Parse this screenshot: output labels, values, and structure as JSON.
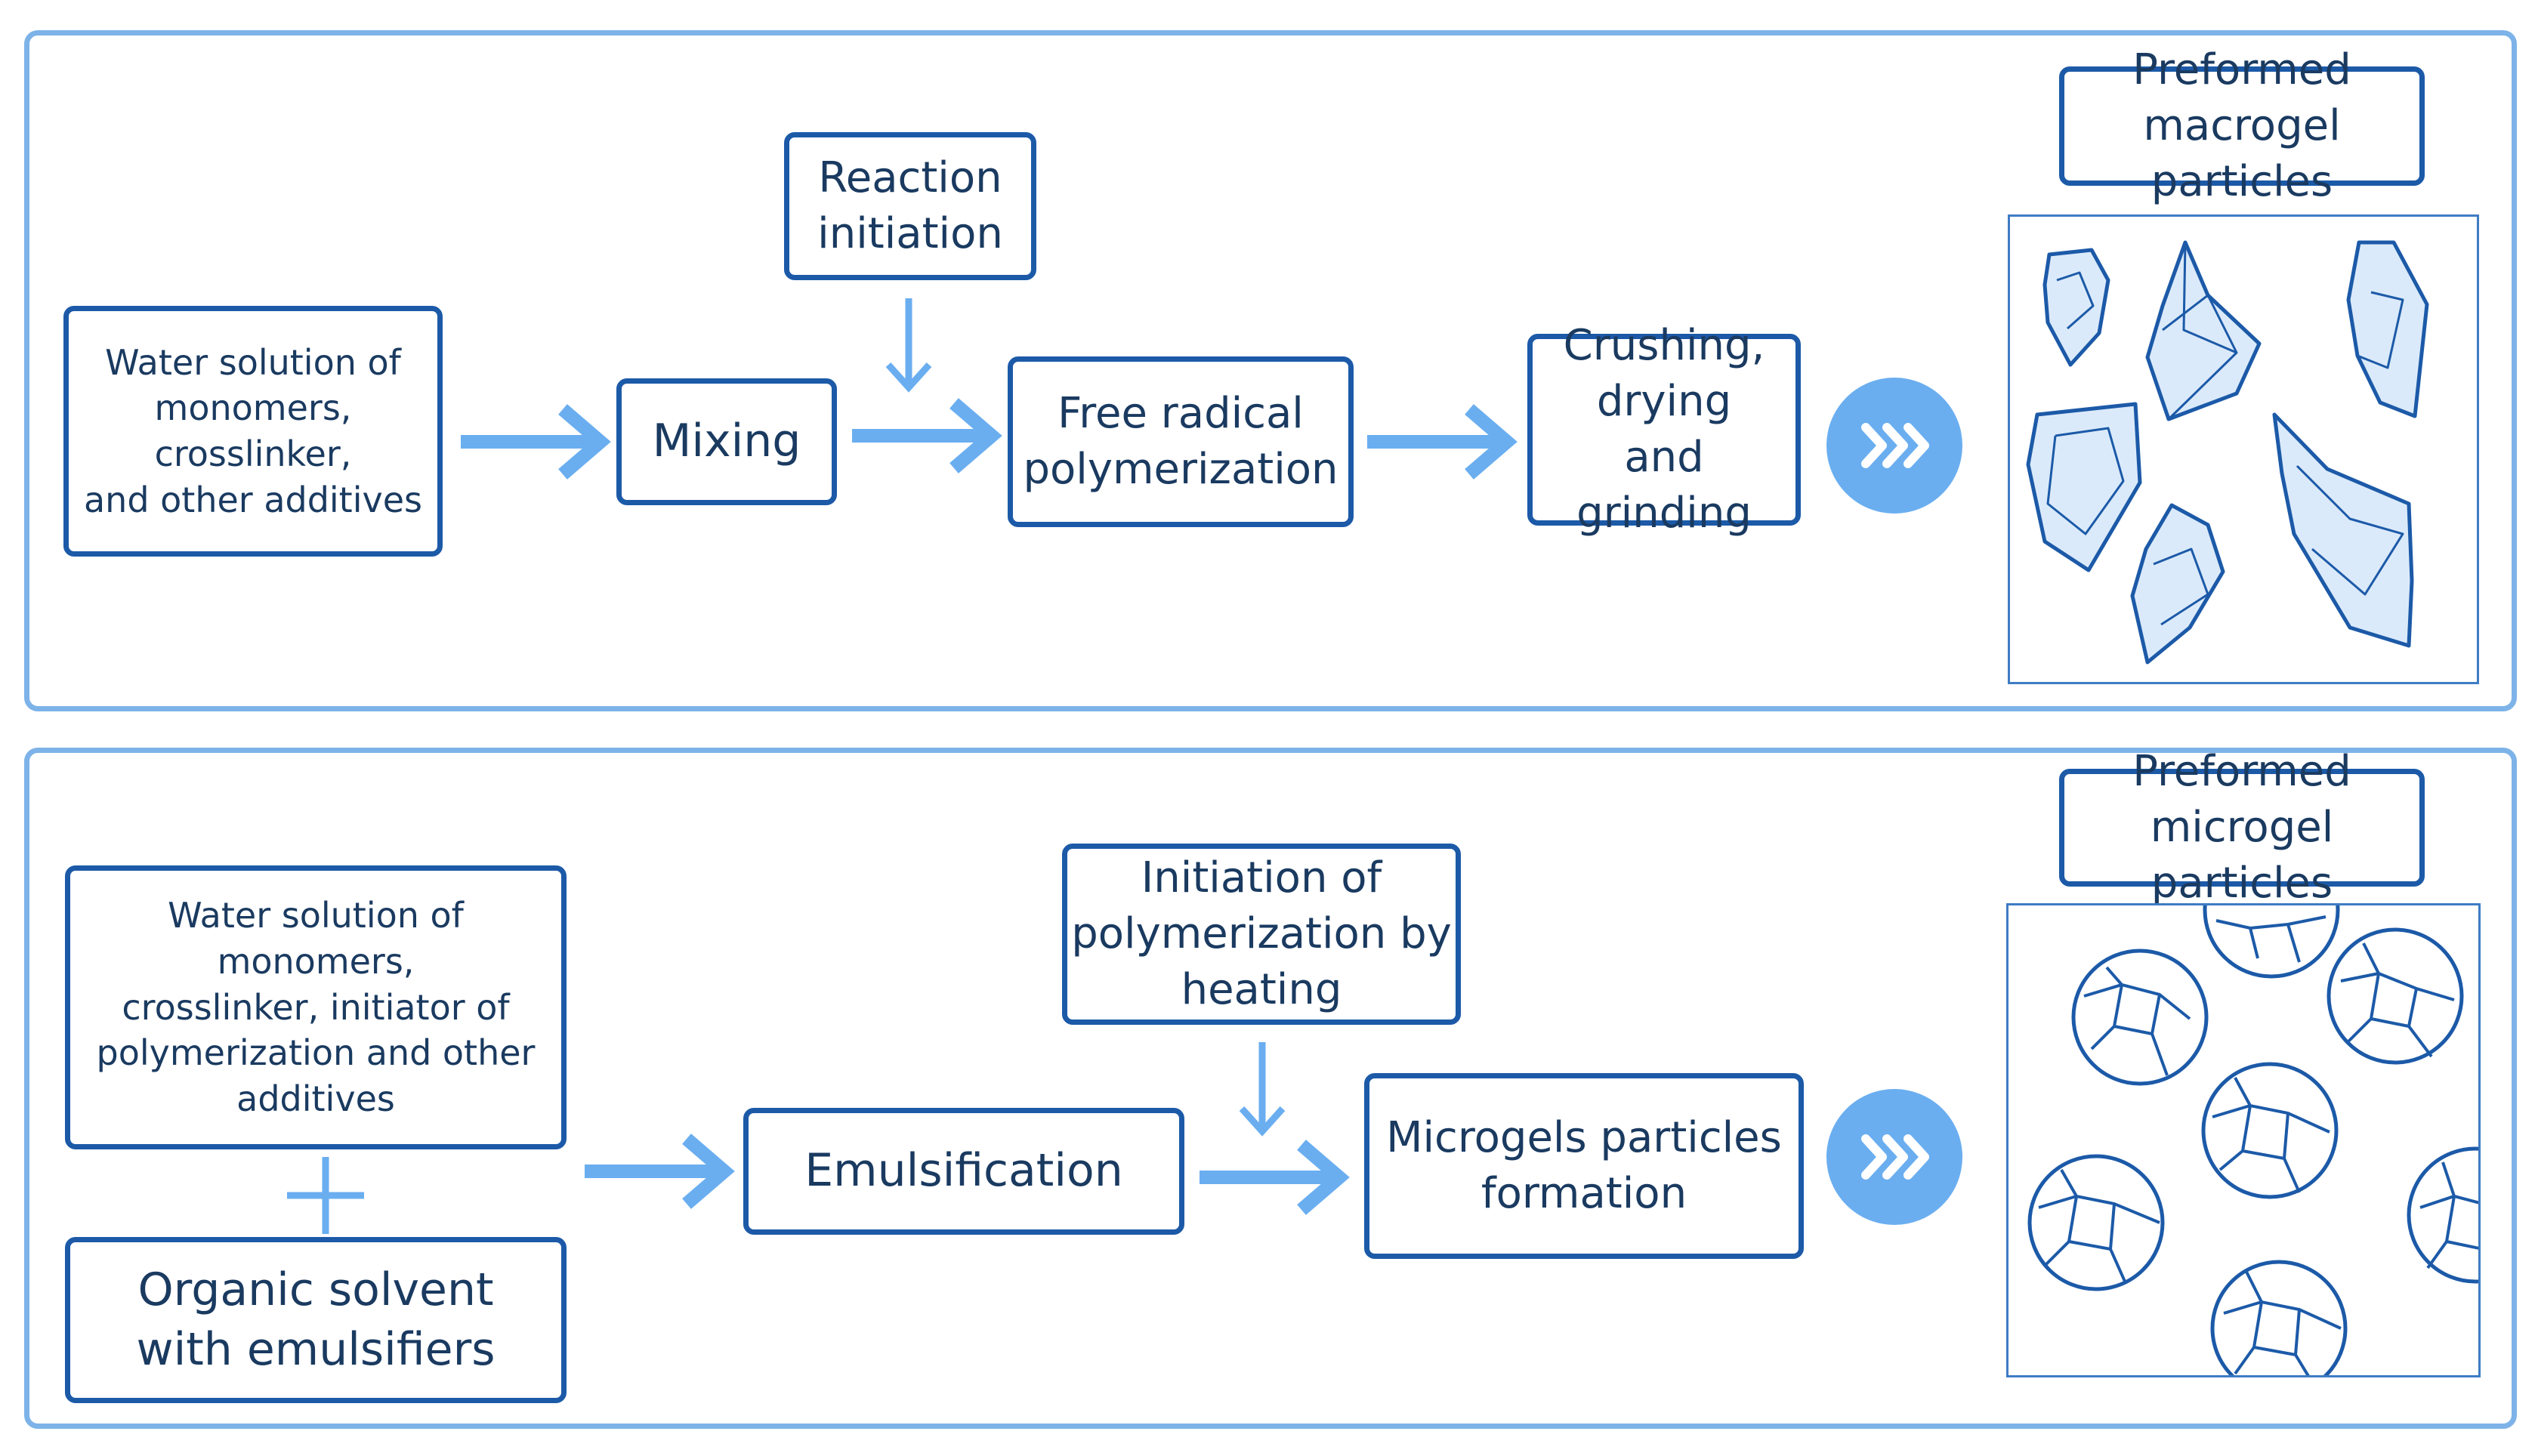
{
  "colors": {
    "panel_border": "#7db3e8",
    "box_border": "#1c5aa8",
    "arrow": "#6aaef0",
    "chevron_bg": "#6aaef0",
    "particle": "#1c5aa8",
    "particle_fill": "#b9d8f5"
  },
  "top": {
    "input": "Water solution of\nmonomers,\ncrosslinker,\nand other additives",
    "mixing": "Mixing",
    "initiation": "Reaction\ninitiation",
    "polymerization": "Free radical\npolymerization",
    "crushing": "Crushing,\ndrying\nand grinding",
    "result_label": "Preformed\nmacrogel particles",
    "forward_icon": "triple-chevron-right-icon"
  },
  "bottom": {
    "input": "Water solution of\nmonomers,\ncrosslinker, initiator of\npolymerization and other\nadditives",
    "plus_icon": "plus-icon",
    "solvent": "Organic solvent\nwith emulsifiers",
    "emulsification": "Emulsification",
    "initiation": "Initiation of\npolymerization by\nheating",
    "formation": "Microgels particles\nformation",
    "result_label": "Preformed\nmicrogel particles",
    "forward_icon": "triple-chevron-right-icon"
  }
}
